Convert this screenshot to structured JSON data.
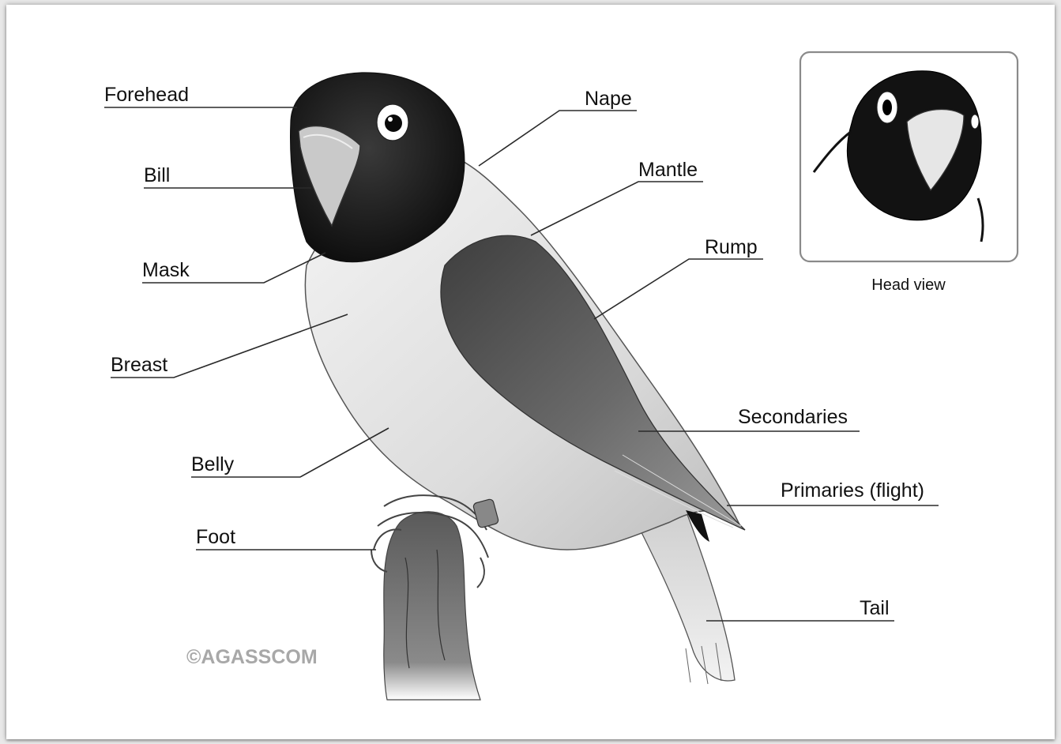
{
  "labels": {
    "forehead": "Forehead",
    "bill": "Bill",
    "mask": "Mask",
    "breast": "Breast",
    "belly": "Belly",
    "foot": "Foot",
    "nape": "Nape",
    "mantle": "Mantle",
    "rump": "Rump",
    "secondaries": "Secondaries",
    "primaries": "Primaries (flight)",
    "tail": "Tail"
  },
  "inset": {
    "caption": "Head view"
  },
  "watermark": "©AGASSCOM",
  "colors": {
    "background": "#ffffff",
    "mask": "#121212",
    "wing": "#5a5a5a",
    "body_light": "#ececec",
    "label_text": "#111111"
  }
}
